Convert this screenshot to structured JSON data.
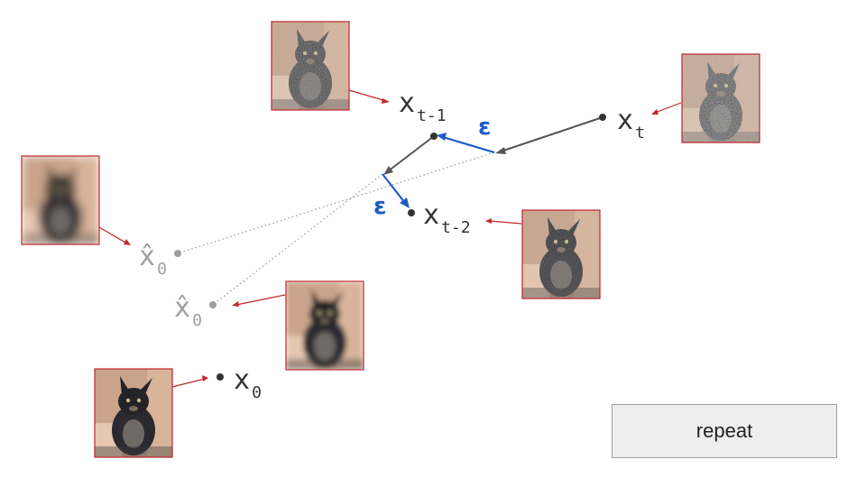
{
  "colors": {
    "frame": "#c0262b",
    "pointer": "#c0262b",
    "path": "#555555",
    "noise_step": "#1f5bc7",
    "dotted": "#9e9e9e",
    "point": "#333333",
    "faded_point": "#9e9e9e"
  },
  "labels": {
    "x_t": {
      "base": "x",
      "sub": "t"
    },
    "x_t1": {
      "base": "x",
      "sub": "t-1"
    },
    "x_t2": {
      "base": "x",
      "sub": "t-2"
    },
    "x0_hat_a": {
      "base": "x̂",
      "sub": "0"
    },
    "x0_hat_b": {
      "base": "x̂",
      "sub": "0"
    },
    "x0": {
      "base": "x",
      "sub": "0"
    },
    "epsilon": "ε"
  },
  "thumbnails": [
    {
      "id": "x_t",
      "subject": "cat",
      "noise": "heavy",
      "blur": "none"
    },
    {
      "id": "x_t1",
      "subject": "cat",
      "noise": "medium",
      "blur": "none"
    },
    {
      "id": "x_t2",
      "subject": "cat",
      "noise": "light",
      "blur": "none"
    },
    {
      "id": "x0_hat_a",
      "subject": "cat",
      "noise": "none",
      "blur": "heavy"
    },
    {
      "id": "x0_hat_b",
      "subject": "cat",
      "noise": "none",
      "blur": "medium"
    },
    {
      "id": "x0",
      "subject": "cat",
      "noise": "none",
      "blur": "none"
    }
  ],
  "repeat_button": {
    "label": "repeat"
  }
}
